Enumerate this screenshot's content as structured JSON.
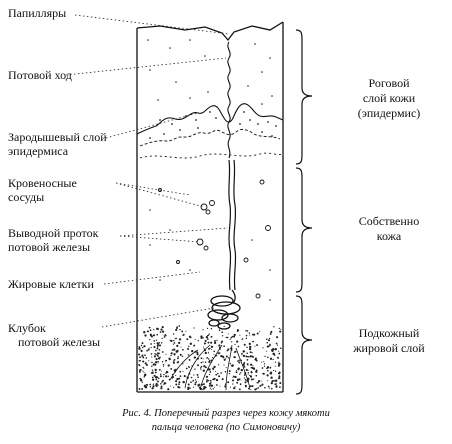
{
  "left_labels": [
    {
      "key": "papillae",
      "lines": [
        "Папилляры"
      ]
    },
    {
      "key": "sweat_duct",
      "lines": [
        "Потовой ход"
      ]
    },
    {
      "key": "germinal_layer",
      "lines": [
        "Зародышевый слой",
        "эпидермиса"
      ]
    },
    {
      "key": "blood_vessels",
      "lines": [
        "Кровеносные",
        "сосуды"
      ]
    },
    {
      "key": "excretory_duct",
      "lines": [
        "Выводной проток",
        "потовой железы"
      ]
    },
    {
      "key": "fat_cells",
      "lines": [
        "Жировые клетки"
      ]
    },
    {
      "key": "gland_coil",
      "lines": [
        "Клубок",
        "потовой железы"
      ]
    }
  ],
  "right_labels": [
    {
      "key": "epidermis",
      "lines": [
        "Роговой",
        "слой кожи",
        "(эпидермис)"
      ]
    },
    {
      "key": "dermis",
      "lines": [
        "Собственно",
        "кожа"
      ]
    },
    {
      "key": "subcutaneous",
      "lines": [
        "Подкожный",
        "жировой слой"
      ]
    }
  ],
  "caption": {
    "line1": "Рис. 4. Поперечный разрез через кожу мякоти",
    "line2": "пальца человека (по Симоновичу)"
  }
}
